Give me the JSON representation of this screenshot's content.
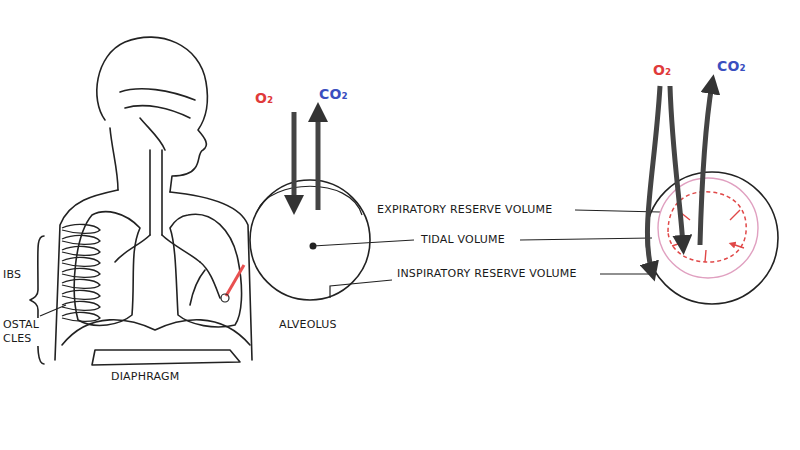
{
  "diagram": {
    "labels": [
      "IBS",
      "OSTAL CLES",
      "DIAPHRAGM",
      "O₂",
      "CO₂",
      "ALVEOLUS",
      "EXPIRATORY RESERVE VOLUME",
      "TIDAL VOLUME",
      "INSPIRATORY RESERVE VOLUME",
      "O₂",
      "CO₂"
    ]
  }
}
